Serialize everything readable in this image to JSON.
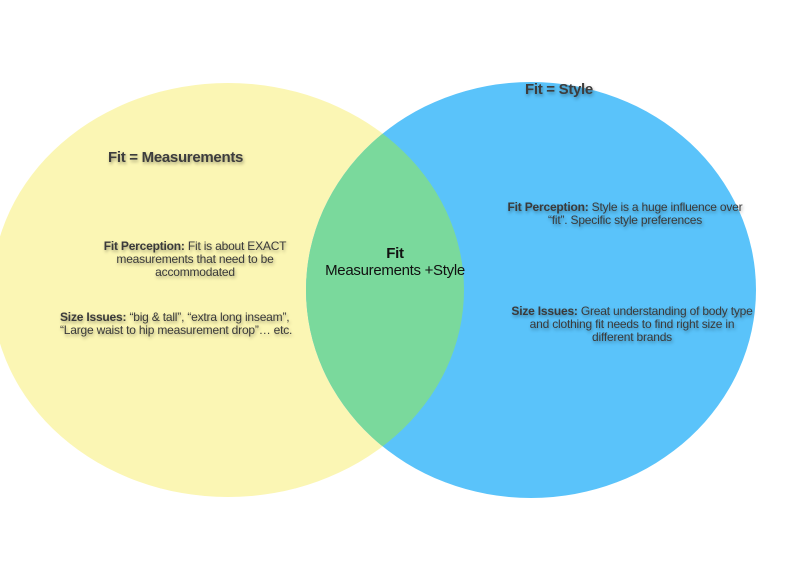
{
  "colors": {
    "left_circle": "#fbf6b4",
    "right_circle": "#5ac3fa",
    "overlap": "#7ad99c",
    "text": "#3a3a3a"
  },
  "left": {
    "title": "Fit = Measurements",
    "perception_label": "Fit Perception:",
    "perception_text": " Fit is about EXACT measurements that need to be accommodated",
    "size_label": "Size Issues:",
    "size_text": "  “big & tall”, “extra long inseam”,  “Large waist to hip measurement drop”… etc."
  },
  "right": {
    "title": "Fit = Style",
    "perception_label": "Fit Perception:",
    "perception_text": " Style is a huge influence over “fit”. Specific style preferences",
    "size_label": "Size Issues:",
    "size_text": " Great understanding of body type and clothing fit needs to find right size in different brands"
  },
  "center": {
    "line1": "Fit",
    "line2": "Measurements +Style"
  }
}
